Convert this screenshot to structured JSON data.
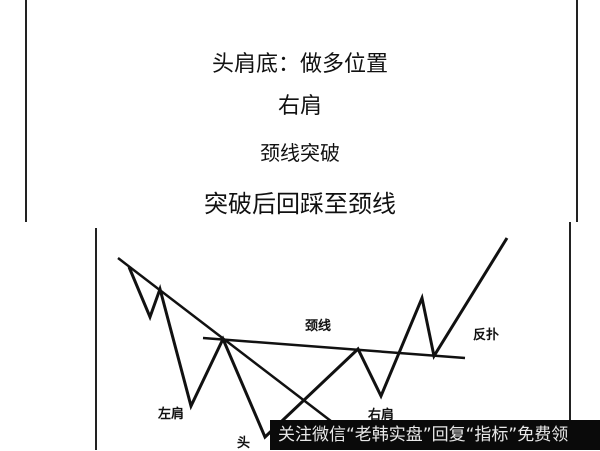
{
  "title": "头肩底：做多位置",
  "captions": [
    "右肩",
    "颈线突破",
    "突破后回踩至颈线"
  ],
  "diagram": {
    "labels": {
      "neckline": "颈线",
      "throwback": "反扑",
      "left_shoulder": "左肩",
      "head": "头",
      "right_shoulder": "右肩"
    }
  },
  "watermark": "关注微信“老韩实盘”回复“指标”免费领"
}
